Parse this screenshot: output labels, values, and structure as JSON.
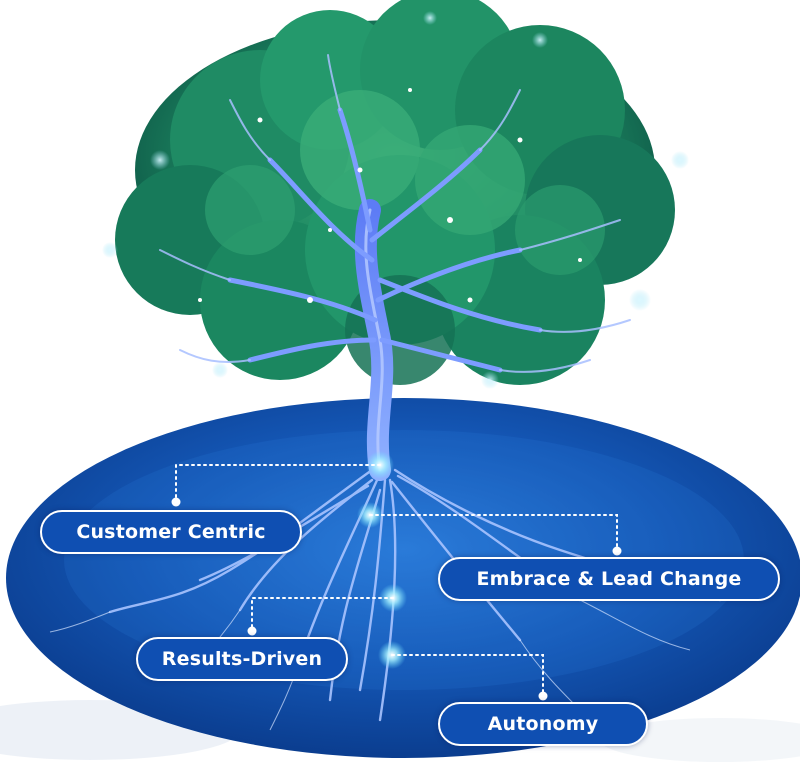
{
  "labels": {
    "customer_centric": "Customer Centric",
    "embrace_lead_change": "Embrace & Lead Change",
    "results_driven": "Results-Driven",
    "autonomy": "Autonomy"
  },
  "colors": {
    "ellipse_dark": "#0a3f93",
    "ellipse_light": "#1a67c8",
    "canopy_dark": "#0f5d49",
    "canopy_light": "#2fa673",
    "trunk": "#6f8cff",
    "pill_border": "#ffffff",
    "connector": "#ffffff"
  }
}
